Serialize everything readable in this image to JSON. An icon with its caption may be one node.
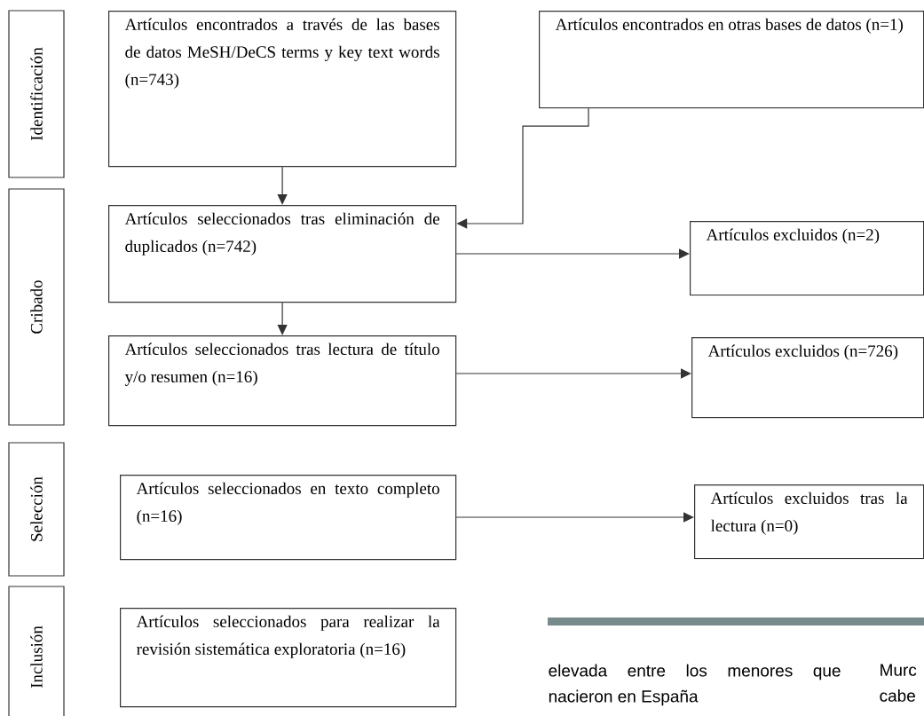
{
  "diagram": {
    "nodes": [
      {
        "text": [
          "Identificación"
        ]
      },
      {
        "text": [
          "Artículos encontrados a través de las bases de datos MeSH/DeCS terms y key text words (n=743)"
        ]
      },
      {
        "text": [
          "Artículos encontrados en otras bases de datos (n=1)"
        ]
      },
      {
        "text": [
          "Cribado"
        ]
      },
      {
        "text": [
          "Artículos seleccionados tras eliminación de duplicados (n=742)"
        ]
      },
      {
        "text": [
          "Artículos excluidos (n=2)"
        ]
      },
      {
        "text": [
          "Artículos seleccionados tras lectura de título y/o resumen (n=16)"
        ]
      },
      {
        "text": [
          "Artículos excluidos (n=726)"
        ]
      },
      {
        "text": [
          "Selección"
        ]
      },
      {
        "text": [
          "Artículos seleccionados en texto completo (n=16)"
        ]
      },
      {
        "text": [
          "Artículos excluidos tras la lectura (n=0)"
        ]
      },
      {
        "text": [
          "Inclusión"
        ]
      },
      {
        "text": [
          "Artículos seleccionados para realizar la revisión sistemática exploratoria (n=16)"
        ]
      }
    ],
    "edges": [
      {
        "from": 1,
        "to": 4,
        "arrow": "to"
      },
      {
        "from": 2,
        "to": 4,
        "arrow": "to"
      },
      {
        "from": 4,
        "to": 5,
        "arrow": "to"
      },
      {
        "from": 4,
        "to": 6,
        "arrow": "to"
      },
      {
        "from": 6,
        "to": 7,
        "arrow": "to"
      },
      {
        "from": 9,
        "to": 10,
        "arrow": "to"
      }
    ],
    "labels": [
      "elevada entre los menores que nacieron en España",
      "Murc cabe"
    ]
  }
}
